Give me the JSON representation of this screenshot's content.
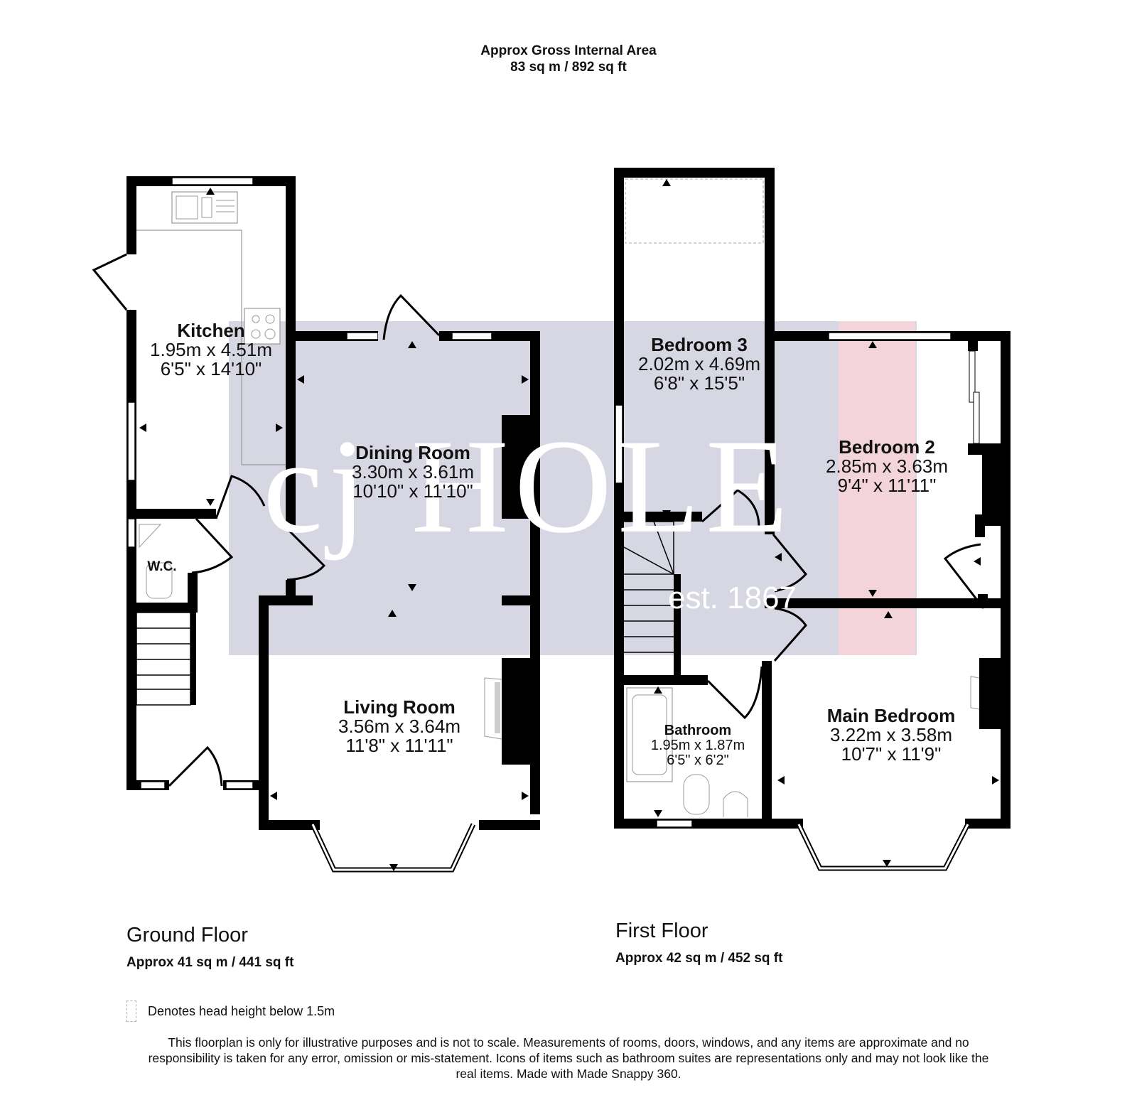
{
  "header": {
    "title": "Approx Gross Internal Area",
    "area": "83 sq m / 892 sq ft"
  },
  "watermark": {
    "brand": "cj HOLE",
    "tagline": "est. 1867",
    "band_color": "#d6d7e2",
    "accent_band_color": "#f2d4da"
  },
  "colors": {
    "wall": "#000000",
    "background": "#ffffff",
    "fixture_line": "#999999"
  },
  "ground_floor": {
    "title": "Ground Floor",
    "area": "Approx 41 sq m / 441 sq ft",
    "rooms": [
      {
        "name": "Kitchen",
        "metric": "1.95m x 4.51m",
        "imperial": "6'5\" x 14'10\""
      },
      {
        "name": "Dining Room",
        "metric": "3.30m x 3.61m",
        "imperial": "10'10\" x 11'10\""
      },
      {
        "name": "Living Room",
        "metric": "3.56m x 3.64m",
        "imperial": "11'8\" x 11'11\""
      },
      {
        "name": "W.C.",
        "metric": "",
        "imperial": ""
      }
    ]
  },
  "first_floor": {
    "title": "First Floor",
    "area": "Approx 42 sq m / 452 sq ft",
    "rooms": [
      {
        "name": "Bedroom 3",
        "metric": "2.02m x 4.69m",
        "imperial": "6'8\" x 15'5\""
      },
      {
        "name": "Bedroom 2",
        "metric": "2.85m x 3.63m",
        "imperial": "9'4\" x 11'11\""
      },
      {
        "name": "Bathroom",
        "metric": "1.95m x 1.87m",
        "imperial": "6'5\" x 6'2\""
      },
      {
        "name": "Main Bedroom",
        "metric": "3.22m x 3.58m",
        "imperial": "10'7\" x 11'9\""
      }
    ]
  },
  "legend": {
    "text": "Denotes head height below 1.5m",
    "icon": "dashed-rectangle-icon"
  },
  "disclaimer": "This floorplan is only for illustrative purposes and is not to scale. Measurements of rooms, doors, windows, and any items are approximate and no responsibility is taken for any error, omission or mis-statement. Icons of items such as bathroom suites are representations only and may not look like the real items. Made with Made Snappy 360."
}
